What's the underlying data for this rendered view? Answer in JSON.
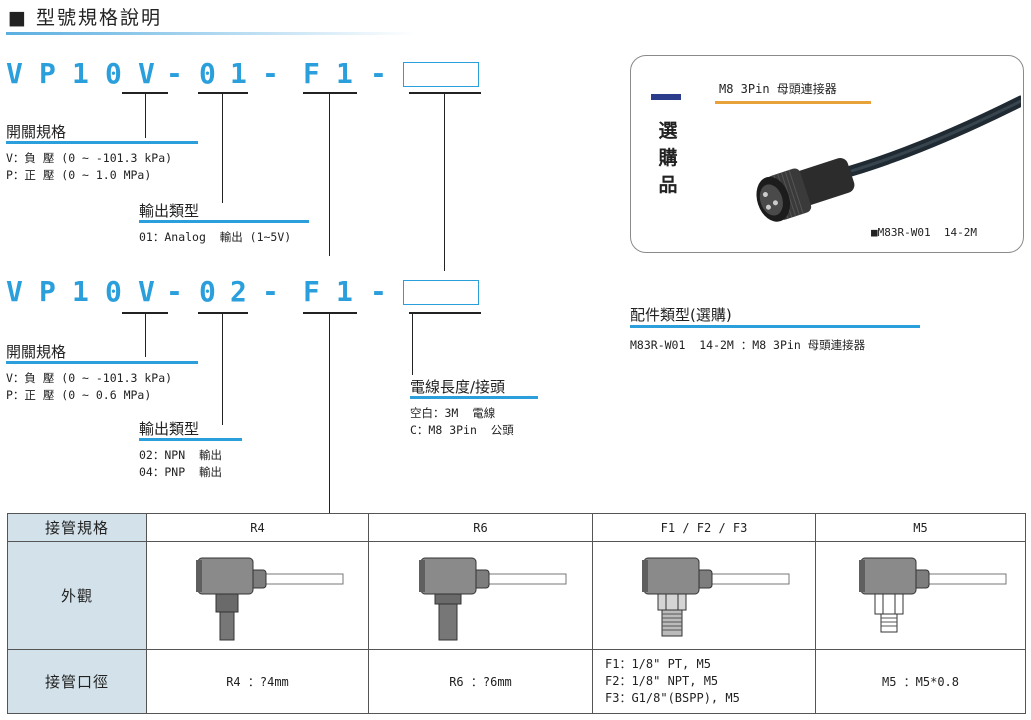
{
  "section_title": "■ 型號規格說明",
  "model1": {
    "chars": [
      "V",
      "P",
      "1",
      "0",
      "V",
      "-",
      "0",
      "1",
      "-",
      "F",
      "1",
      "-"
    ],
    "switch_title": "開關規格",
    "switch_lines": [
      "V：負 壓 (0 ~ -101.3 kPa)",
      "P：正 壓 (0 ~ 1.0 MPa)"
    ],
    "output_title": "輸出類型",
    "output_lines": [
      "01：Analog  輸出 (1~5V)"
    ]
  },
  "model2": {
    "chars": [
      "V",
      "P",
      "1",
      "0",
      "V",
      "-",
      "0",
      "2",
      "-",
      "F",
      "1",
      "-"
    ],
    "switch_title": "開關規格",
    "switch_lines": [
      "V：負 壓 (0 ~ -101.3 kPa)",
      "P：正 壓 (0 ~ 0.6 MPa)"
    ],
    "output_title": "輸出類型",
    "output_lines": [
      "02：NPN  輸出",
      "04：PNP  輸出"
    ]
  },
  "cable": {
    "title": "電線長度/接頭",
    "lines": [
      "空白：3M  電線",
      "C：M8 3Pin  公頭"
    ]
  },
  "optional": {
    "vertical_label": [
      "選",
      "購",
      "品"
    ],
    "connector_label": "M8 3Pin 母頭連接器",
    "part_label": "■M83R-W01  14-2M",
    "accent": "#2a9fdc",
    "navy": "#2b3c8c"
  },
  "accessory": {
    "title": "配件類型(選購)",
    "line": "M83R-W01  14-2M ：M8 3Pin 母頭連接器"
  },
  "table": {
    "row_headers": [
      "接管規格",
      "外觀",
      "接管口徑"
    ],
    "columns": [
      "R4",
      "R6",
      "F1 / F2 / F3",
      "M5"
    ],
    "diameters": [
      [
        "R4 ：?4mm"
      ],
      [
        "R6 ：?6mm"
      ],
      [
        "F1：1/8\" PT, M5",
        "F2：1/8\" NPT, M5",
        "F3：G1/8\"(BSPP), M5"
      ],
      [
        "M5 ：M5*0.8"
      ]
    ],
    "header_bg": "#d3e2ea"
  }
}
